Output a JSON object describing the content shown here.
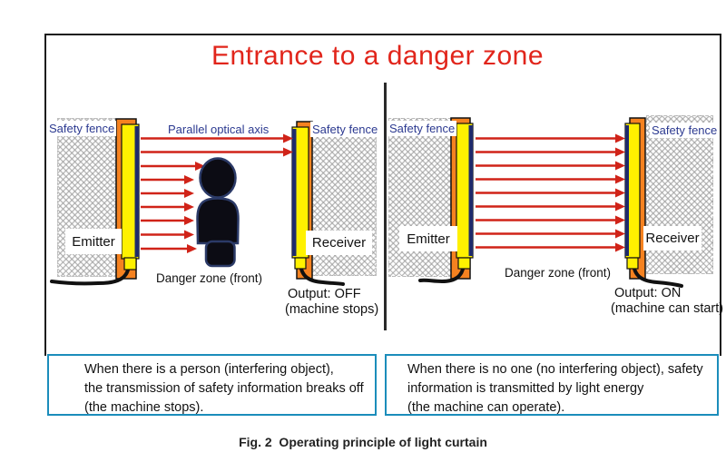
{
  "title": "Entrance to a danger zone",
  "left_panel": {
    "safety_fence_left": "Safety fence",
    "parallel_optical_axis": "Parallel optical axis",
    "emitter_label": "Emitter",
    "receiver_label": "Receiver",
    "safety_fence_right": "Safety fence",
    "danger_zone": "Danger zone (front)",
    "output_state": "Output: OFF",
    "output_note": "(machine stops)",
    "beam_count": 9,
    "beams_blocked_by_person": true,
    "description_line1": "When there is a person (interfering object),",
    "description_line2": "the transmission of safety information breaks off",
    "description_line3": "(the machine stops)."
  },
  "right_panel": {
    "safety_fence_left": "Safety fence",
    "emitter_label": "Emitter",
    "receiver_label": "Receiver",
    "safety_fence_right": "Safety fence",
    "danger_zone": "Danger zone (front)",
    "output_state": "Output: ON",
    "output_note": "(machine can start)",
    "beam_count": 9,
    "beams_blocked_by_person": false,
    "description_line1": "When there is no one (no interfering object), safety",
    "description_line2": "information is transmitted by light energy",
    "description_line3": "(the machine can operate)."
  },
  "caption": "Fig. 2  Operating principle of light curtain",
  "colors": {
    "title_red": "#e1251b",
    "beam_red": "#d02318",
    "post_orange": "#f58220",
    "post_yellow": "#fff100",
    "post_navy": "#1f2b6c",
    "label_blue": "#2b3990",
    "box_border_blue": "#1b8dbb"
  }
}
